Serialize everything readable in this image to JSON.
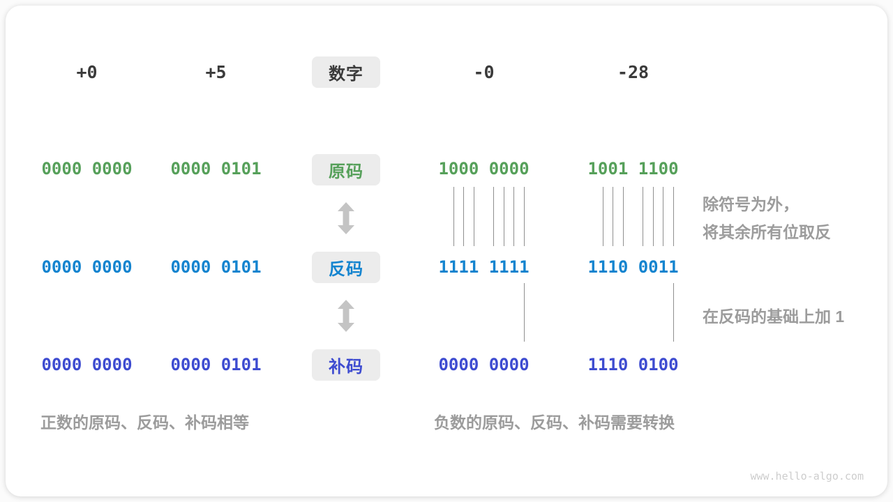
{
  "colors": {
    "green": "#56a05a",
    "blue": "#1484cf",
    "indigo": "#3d4bd0",
    "dark": "#3b3b3b",
    "gray-note": "#9c9c9c",
    "box-bg": "#ececec",
    "arrow": "#c4c4c4",
    "line": "#8f8f8f",
    "watermark": "#cdcdcd"
  },
  "header": {
    "col1": "+0",
    "col2": "+5",
    "label": "数字",
    "col4": "-0",
    "col5": "-28"
  },
  "rows": [
    {
      "label": "原码",
      "values": [
        "0000 0000",
        "0000 0101",
        "1000 0000",
        "1001 1100"
      ]
    },
    {
      "label": "反码",
      "values": [
        "0000 0000",
        "0000 0101",
        "1111 1111",
        "1110 0011"
      ]
    },
    {
      "label": "补码",
      "values": [
        "0000 0000",
        "0000 0101",
        "0000 0000",
        "1110 0100"
      ]
    }
  ],
  "annotations": {
    "invert_line1": "除符号为外，",
    "invert_line2": "将其余所有位取反",
    "add_one": "在反码的基础上加 1"
  },
  "captions": {
    "positive": "正数的原码、反码、补码相等",
    "negative": "负数的原码、反码、补码需要转换"
  },
  "watermark": "www.hello-algo.com"
}
